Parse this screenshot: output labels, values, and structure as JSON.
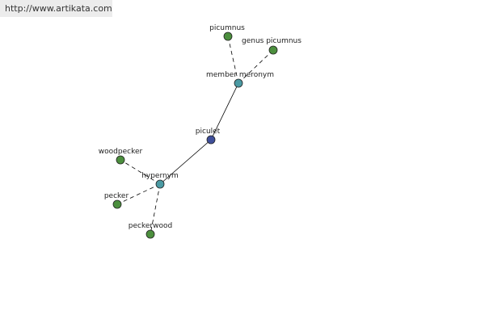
{
  "watermark": "http://www.artikata.com",
  "colors": {
    "root": "#3f4f9a",
    "relation": "#4b9aa3",
    "leaf": "#4c8f3e"
  },
  "graph": {
    "nodes": [
      {
        "id": "piculet",
        "label": "piculet",
        "kind": "root"
      },
      {
        "id": "member_meronym",
        "label": "member meronym",
        "kind": "relation"
      },
      {
        "id": "hypernym",
        "label": "hypernym",
        "kind": "relation"
      },
      {
        "id": "picumnus",
        "label": "picumnus",
        "kind": "leaf"
      },
      {
        "id": "genus_picumnus",
        "label": "genus picumnus",
        "kind": "leaf"
      },
      {
        "id": "woodpecker",
        "label": "woodpecker",
        "kind": "leaf"
      },
      {
        "id": "pecker",
        "label": "pecker",
        "kind": "leaf"
      },
      {
        "id": "peckerwood",
        "label": "peckerwood",
        "kind": "leaf"
      }
    ],
    "edges": [
      {
        "from": "piculet",
        "to": "member_meronym",
        "style": "solid"
      },
      {
        "from": "piculet",
        "to": "hypernym",
        "style": "solid"
      },
      {
        "from": "member_meronym",
        "to": "picumnus",
        "style": "dashed"
      },
      {
        "from": "member_meronym",
        "to": "genus_picumnus",
        "style": "dashed"
      },
      {
        "from": "hypernym",
        "to": "woodpecker",
        "style": "dashed"
      },
      {
        "from": "hypernym",
        "to": "pecker",
        "style": "dashed"
      },
      {
        "from": "hypernym",
        "to": "peckerwood",
        "style": "dashed"
      }
    ]
  }
}
